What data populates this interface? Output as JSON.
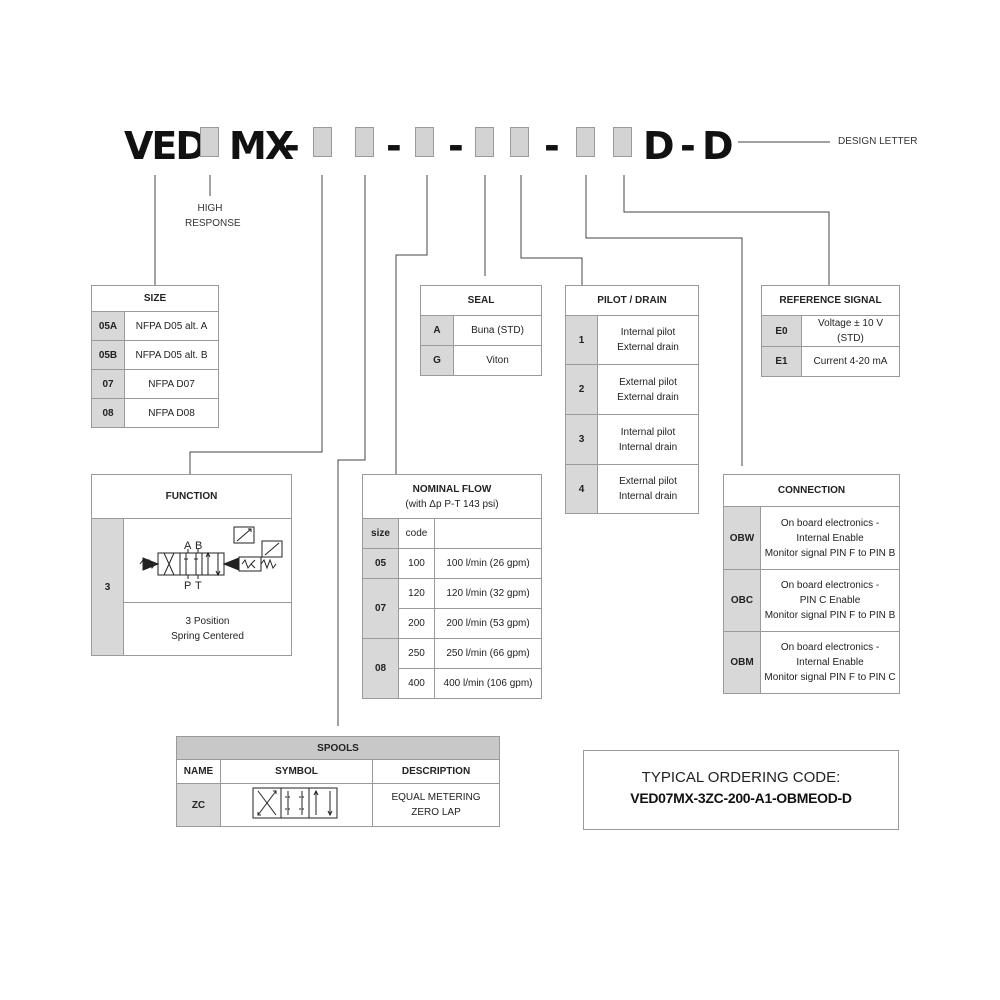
{
  "code": {
    "prefix": "VED",
    "mx": "MX",
    "dash": "-",
    "d": "D",
    "design_letter_label": "DESIGN LETTER",
    "high_response_line1": "HIGH",
    "high_response_line2": "RESPONSE"
  },
  "size": {
    "title": "SIZE",
    "rows": [
      {
        "code": "05A",
        "desc": "NFPA D05 alt. A"
      },
      {
        "code": "05B",
        "desc": "NFPA D05 alt. B"
      },
      {
        "code": "07",
        "desc": "NFPA D07"
      },
      {
        "code": "08",
        "desc": "NFPA D08"
      }
    ]
  },
  "seal": {
    "title": "SEAL",
    "rows": [
      {
        "code": "A",
        "desc": "Buna (STD)"
      },
      {
        "code": "G",
        "desc": "Viton"
      }
    ]
  },
  "pilot": {
    "title": "PILOT / DRAIN",
    "rows": [
      {
        "code": "1",
        "line1": "Internal pilot",
        "line2": "External drain"
      },
      {
        "code": "2",
        "line1": "External pilot",
        "line2": "External drain"
      },
      {
        "code": "3",
        "line1": "Internal pilot",
        "line2": "Internal drain"
      },
      {
        "code": "4",
        "line1": "External pilot",
        "line2": "Internal drain"
      }
    ]
  },
  "reference": {
    "title": "REFERENCE SIGNAL",
    "rows": [
      {
        "code": "E0",
        "desc": "Voltage ± 10 V (STD)"
      },
      {
        "code": "E1",
        "desc": "Current 4-20 mA"
      }
    ]
  },
  "function": {
    "title": "FUNCTION",
    "code": "3",
    "desc_line1": "3 Position",
    "desc_line2": "Spring Centered",
    "symbol_labels": {
      "a": "A",
      "b": "B",
      "p": "P",
      "t": "T"
    }
  },
  "flow": {
    "title": "NOMINAL FLOW",
    "subtitle": "(with Δp P-T 143 psi)",
    "col_size": "size",
    "col_code": "code",
    "rows": [
      {
        "size": "05",
        "code": "100",
        "desc": "100 l/min (26 gpm)"
      },
      {
        "size": "07",
        "code": "120",
        "desc": "120 l/min (32 gpm)"
      },
      {
        "size": "",
        "code": "200",
        "desc": "200 l/min (53 gpm)"
      },
      {
        "size": "08",
        "code": "250",
        "desc": "250 l/min (66 gpm)"
      },
      {
        "size": "",
        "code": "400",
        "desc": "400 l/min (106 gpm)"
      }
    ]
  },
  "connection": {
    "title": "CONNECTION",
    "rows": [
      {
        "code": "OBW",
        "line1": "On board electronics -",
        "line2": "Internal Enable",
        "line3": "Monitor signal PIN F to PIN B"
      },
      {
        "code": "OBC",
        "line1": "On board electronics -",
        "line2": "PIN C Enable",
        "line3": "Monitor signal PIN F to PIN B"
      },
      {
        "code": "OBM",
        "line1": "On board electronics -",
        "line2": "Internal Enable",
        "line3": "Monitor signal PIN F to PIN C"
      }
    ]
  },
  "spools": {
    "title": "SPOOLS",
    "col_name": "NAME",
    "col_symbol": "SYMBOL",
    "col_desc": "DESCRIPTION",
    "rows": [
      {
        "name": "ZC",
        "desc_line1": "EQUAL METERING",
        "desc_line2": "ZERO LAP"
      }
    ]
  },
  "typical": {
    "label": "TYPICAL ORDERING CODE:",
    "code": "VED07MX-3ZC-200-A1-OBMEOD-D"
  }
}
